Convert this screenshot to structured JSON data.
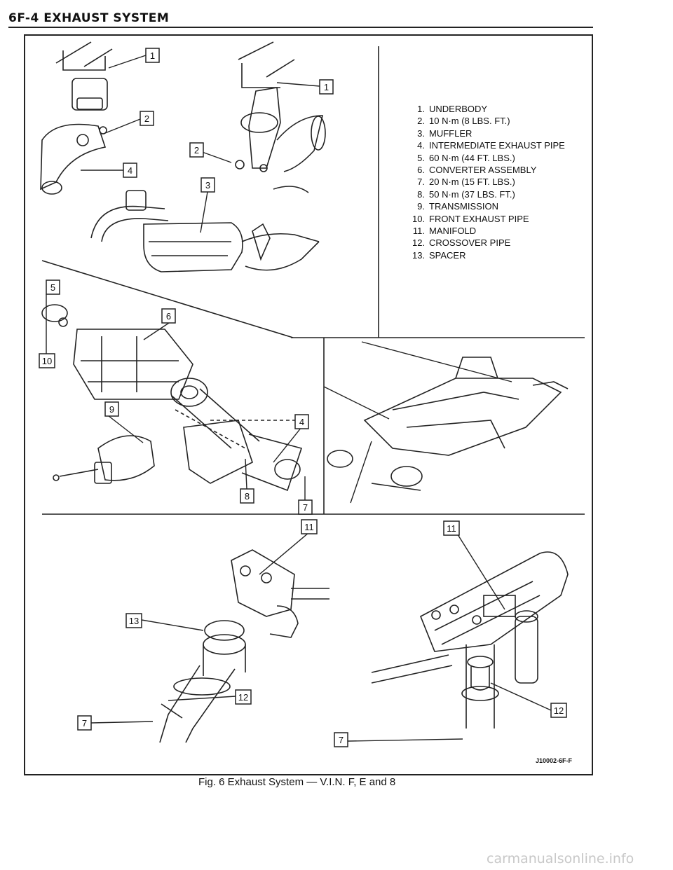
{
  "header": {
    "title": "6F-4 EXHAUST SYSTEM"
  },
  "legend": {
    "items": [
      {
        "num": "1.",
        "text": "UNDERBODY"
      },
      {
        "num": "2.",
        "text": "10 N·m (8 LBS. FT.)"
      },
      {
        "num": "3.",
        "text": "MUFFLER"
      },
      {
        "num": "4.",
        "text": "INTERMEDIATE EXHAUST PIPE"
      },
      {
        "num": "5.",
        "text": "60 N·m (44 FT. LBS.)"
      },
      {
        "num": "6.",
        "text": "CONVERTER ASSEMBLY"
      },
      {
        "num": "7.",
        "text": "20 N·m (15 FT. LBS.)"
      },
      {
        "num": "8.",
        "text": "50 N·m (37 LBS. FT.)"
      },
      {
        "num": "9.",
        "text": "TRANSMISSION"
      },
      {
        "num": "10.",
        "text": "FRONT EXHAUST PIPE"
      },
      {
        "num": "11.",
        "text": "MANIFOLD"
      },
      {
        "num": "12.",
        "text": "CROSSOVER PIPE"
      },
      {
        "num": "13.",
        "text": "SPACER"
      }
    ]
  },
  "callouts": {
    "c1a": "1",
    "c1b": "1",
    "c2a": "2",
    "c2b": "2",
    "c3": "3",
    "c4a": "4",
    "c5": "5",
    "c6": "6",
    "c10": "10",
    "c9": "9",
    "c4b": "4",
    "c8": "8",
    "c7a": "7",
    "c11a": "11",
    "c13": "13",
    "c12a": "12",
    "c7b": "7",
    "c11b": "11",
    "c12b": "12",
    "c7c": "7"
  },
  "figure": {
    "code": "J10002-6F-F",
    "caption": "Fig. 6 Exhaust System — V.I.N. F, E and 8"
  },
  "watermark": "carmanualsonline.info"
}
